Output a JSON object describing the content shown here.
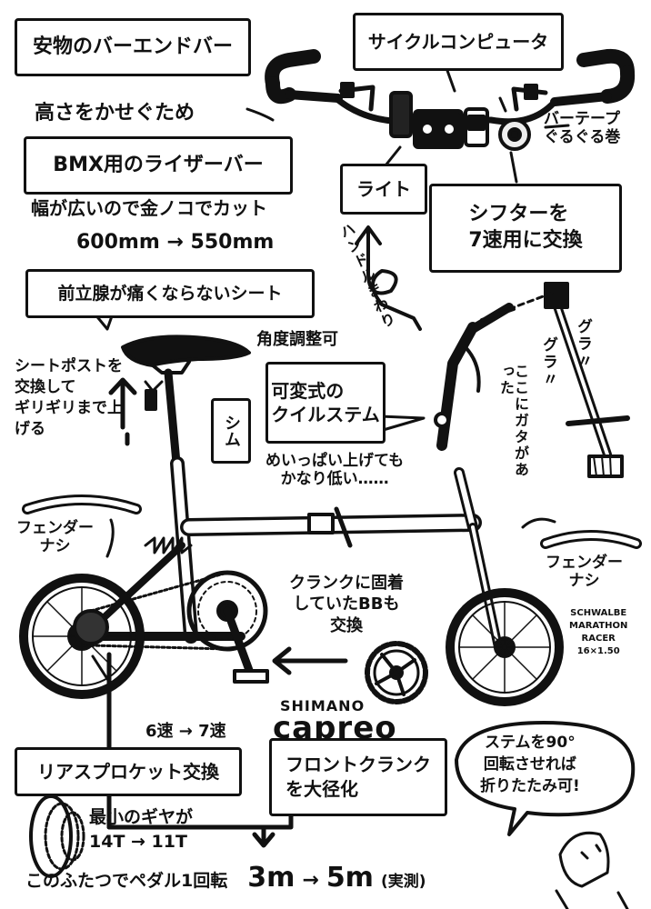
{
  "labels": {
    "bar_end_bar": "安物のバーエンドバー",
    "cycle_computer": "サイクルコンピュータ",
    "height_note": "高さをかせぐため",
    "bmx_riser": "BMX用のライザーバー",
    "width_note": "幅が広いので金ノコでカット",
    "width_change": "600mm → 550mm",
    "light": "ライト",
    "bar_tape": "バーテープ\nぐるぐる巻",
    "shifter": "シフターを\n7速用に交換",
    "handle_around": "ハンドルまわり",
    "seat": "前立腺が痛くならないシート",
    "angle_adjust": "角度調整可",
    "seatpost": "シートポストを交換して\nギリギリまで上げる",
    "quill_stem": "可変式の\nクイルステム",
    "shim": "シム",
    "gura1": "グラ〃",
    "gura2": "グラ〃",
    "here_loose": "ここにガタがあった",
    "still_low": "めいっぱい上げても\nかなり低い……",
    "fender_rear": "フェンダー\nナシ",
    "fender_front": "フェンダー\nナシ",
    "tire": "SCHWALBE\nMARATHON\nRACER\n16×1.50",
    "crank_note": "クランクに固着\nしていたBBも\n交換",
    "brand": "SHIMANO",
    "model": "capreo",
    "speed_change": "6速 → 7速",
    "rear_sprocket": "リアスプロケット交換",
    "front_crank": "フロントクランク\nを大径化",
    "fold_note": "ステムを90°\n回転させれば\n折りたたみ可!",
    "smallest_gear": "最小のギヤが\n14T → 11T",
    "pedal_prefix": "このふたつでペダル1回転",
    "pedal_from": "3m",
    "pedal_arrow": "→",
    "pedal_to": "5m",
    "pedal_suffix": "(実測)"
  }
}
